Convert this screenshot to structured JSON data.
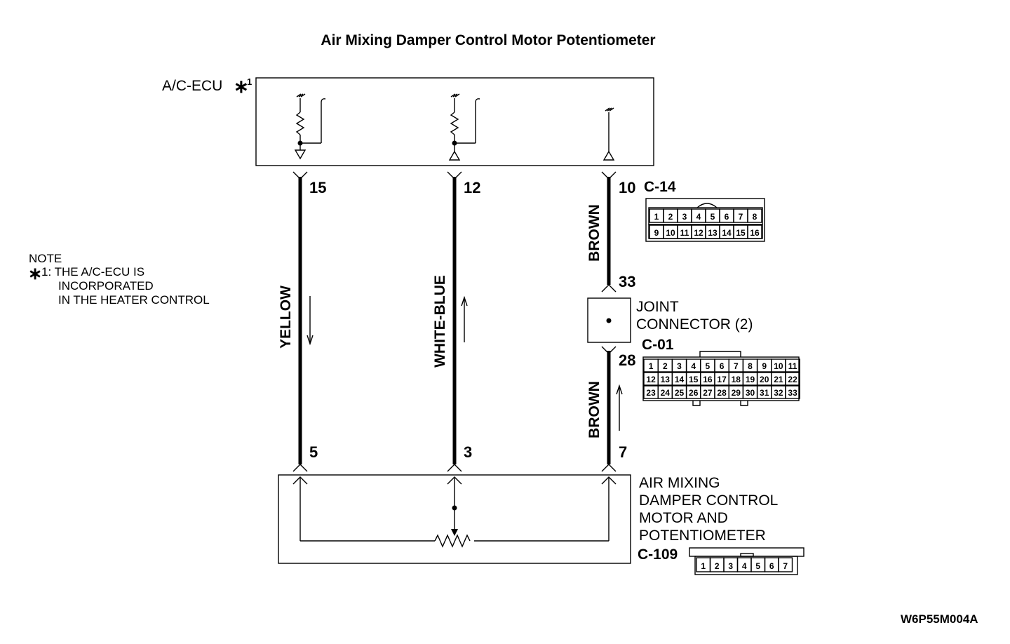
{
  "title": "Air Mixing Damper Control Motor Potentiometer",
  "ecu": {
    "label": "A/C-ECU",
    "note_mark": "∗",
    "note_num": "1",
    "connector": "C-14"
  },
  "note": {
    "heading": "NOTE",
    "mark": "∗",
    "lines": [
      "1: THE A/C-ECU IS",
      "INCORPORATED",
      "IN THE HEATER CONTROL"
    ]
  },
  "wires": [
    {
      "color": "YELLOW",
      "ecu_pin": "15",
      "motor_pin": "5"
    },
    {
      "color": "WHITE-BLUE",
      "ecu_pin": "12",
      "motor_pin": "3"
    },
    {
      "color_upper": "BROWN",
      "color_lower": "BROWN",
      "ecu_pin": "10",
      "joint_in_pin": "33",
      "joint_out_pin": "28",
      "motor_pin": "7"
    }
  ],
  "joint": {
    "lines": [
      "JOINT",
      "CONNECTOR (2)"
    ],
    "connector": "C-01"
  },
  "motor": {
    "lines": [
      "AIR MIXING",
      "DAMPER CONTROL",
      "MOTOR AND",
      "POTENTIOMETER"
    ],
    "connector": "C-109"
  },
  "connector_c14": {
    "row1": [
      "1",
      "2",
      "3",
      "4",
      "5",
      "6",
      "7",
      "8"
    ],
    "row2": [
      "9",
      "10",
      "11",
      "12",
      "13",
      "14",
      "15",
      "16"
    ]
  },
  "connector_c01": {
    "row1": [
      "1",
      "2",
      "3",
      "4",
      "5",
      "6",
      "7",
      "8",
      "9",
      "10",
      "11"
    ],
    "row2": [
      "12",
      "13",
      "14",
      "15",
      "16",
      "17",
      "18",
      "19",
      "20",
      "21",
      "22"
    ],
    "row3": [
      "23",
      "24",
      "25",
      "26",
      "27",
      "28",
      "29",
      "30",
      "31",
      "32",
      "33"
    ]
  },
  "connector_c109": {
    "row1": [
      "1",
      "2",
      "3",
      "4",
      "5",
      "6",
      "7"
    ]
  },
  "figure_code": "W6P55M004A"
}
